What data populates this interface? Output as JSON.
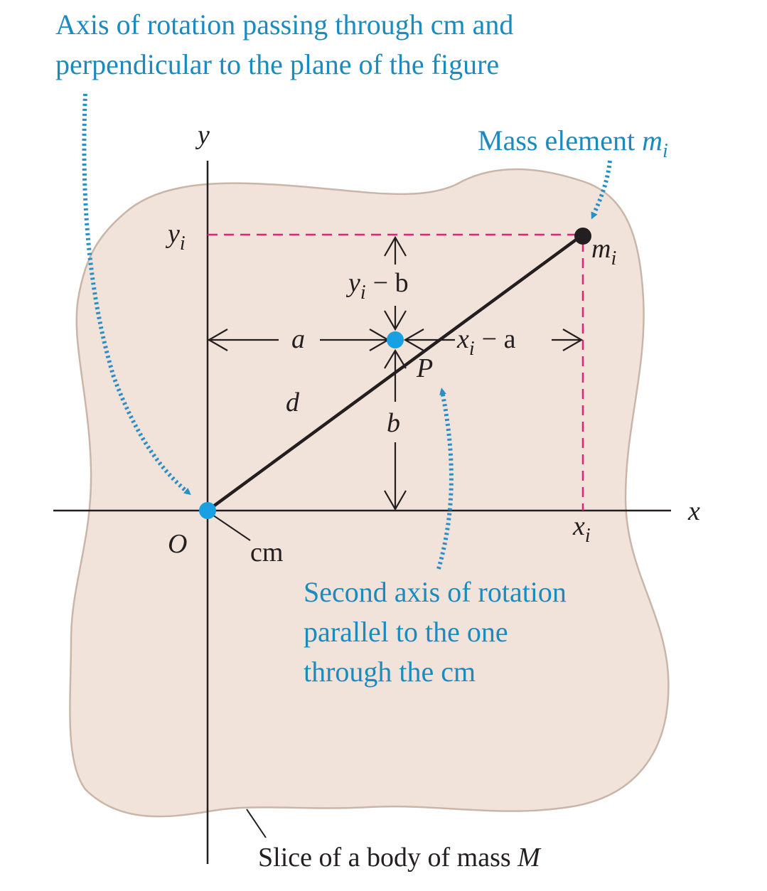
{
  "colors": {
    "body_fill": "#f2e3da",
    "body_outline": "#c9b6a8",
    "callout_text": "#1b8bbf",
    "dotted_arrow": "#2b8fc7",
    "axis_point": "#18a0e3",
    "dashed_guide": "#e0247a",
    "ink": "#231f20"
  },
  "callouts": {
    "axis_cm_line1": "Axis of rotation passing through cm and",
    "axis_cm_line2": "perpendicular to the plane of the figure",
    "mass_element": "Mass element",
    "mass_element_symbol": "m",
    "mass_element_subscript": "i",
    "second_axis_line1": "Second axis of rotation",
    "second_axis_line2": "parallel to the one",
    "second_axis_line3": "through the cm"
  },
  "axes": {
    "x_label": "x",
    "y_label": "y",
    "origin_label": "O",
    "cm_label": "cm",
    "xi_symbol": "x",
    "xi_subscript": "i",
    "yi_symbol": "y",
    "yi_subscript": "i"
  },
  "points": {
    "P_label": "P",
    "mi_symbol": "m",
    "mi_subscript": "i"
  },
  "dimensions": {
    "a": "a",
    "b": "b",
    "d": "d",
    "yi_minus_b_symbol": "y",
    "yi_minus_b_subscript": "i",
    "yi_minus_b_rest": "− b",
    "xi_minus_a_symbol": "x",
    "xi_minus_a_subscript": "i",
    "xi_minus_a_rest": "− a"
  },
  "caption": {
    "slice_text": "Slice of a body of mass ",
    "slice_symbol": "M"
  }
}
